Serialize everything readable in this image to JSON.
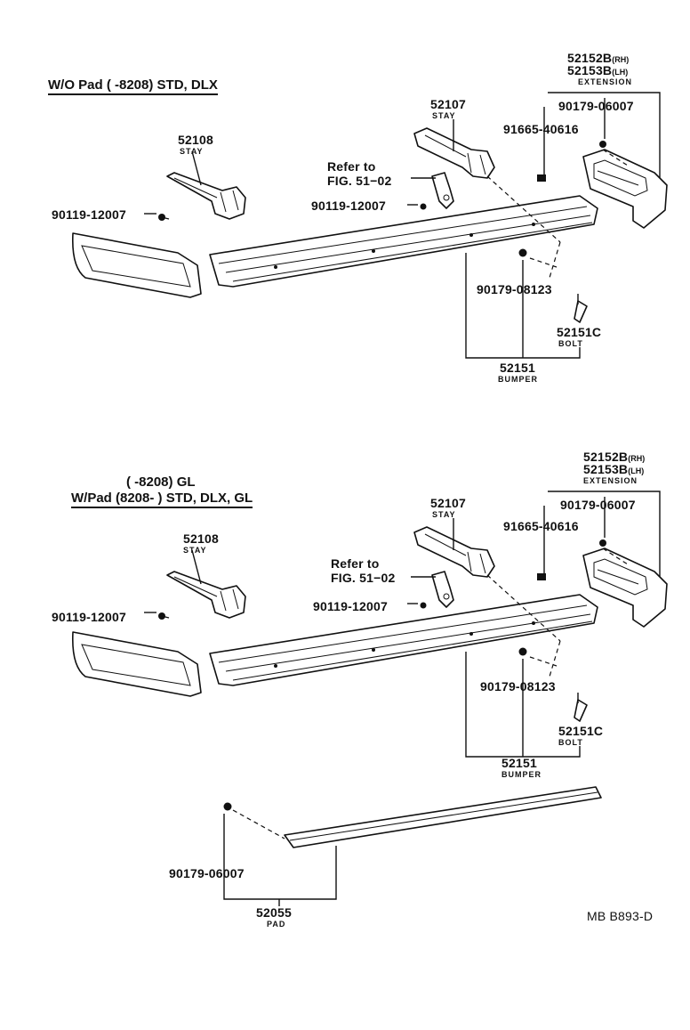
{
  "sections": [
    {
      "title": "W/O Pad (       -8208) STD, DLX",
      "stay_left": {
        "number": "52108",
        "label": "STAY"
      },
      "stay_right": {
        "number": "52107",
        "label": "STAY"
      },
      "refer_1": "Refer to",
      "refer_2": "FIG. 51−02",
      "bolt_left": "90119-12007",
      "bolt_mid": "90119-12007",
      "screw": "91665-40616",
      "nut_top": "90179-06007",
      "ext_rh": "52152B",
      "ext_rh_suffix": "(RH)",
      "ext_lh": "52153B",
      "ext_lh_suffix": "(LH)",
      "ext_label": "EXTENSION",
      "nut_bottom": "90179-08123",
      "bolt": {
        "number": "52151C",
        "label": "BOLT"
      },
      "bumper": {
        "number": "52151",
        "label": "BUMPER"
      }
    },
    {
      "title_line1": "(       -8208) GL",
      "title_line2": "W/Pad (8208-        ) STD, DLX, GL",
      "stay_left": {
        "number": "52108",
        "label": "STAY"
      },
      "stay_right": {
        "number": "52107",
        "label": "STAY"
      },
      "refer_1": "Refer to",
      "refer_2": "FIG. 51−02",
      "bolt_left": "90119-12007",
      "bolt_mid": "90119-12007",
      "screw": "91665-40616",
      "nut_top": "90179-06007",
      "ext_rh": "52152B",
      "ext_rh_suffix": "(RH)",
      "ext_lh": "52153B",
      "ext_lh_suffix": "(LH)",
      "ext_label": "EXTENSION",
      "nut_bottom": "90179-08123",
      "bolt": {
        "number": "52151C",
        "label": "BOLT"
      },
      "bumper": {
        "number": "52151",
        "label": "BUMPER"
      },
      "pad_nut": "90179-06007",
      "pad": {
        "number": "52055",
        "label": "PAD"
      }
    }
  ],
  "figure_code": "MB B893-D"
}
